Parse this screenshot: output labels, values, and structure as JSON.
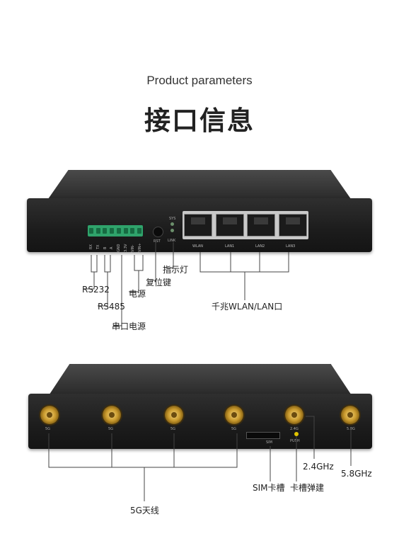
{
  "header": {
    "subtitle": "Product parameters",
    "title": "接口信息"
  },
  "front_panel": {
    "pin_labels": [
      "RX",
      "TX",
      "B",
      "A",
      "GND",
      "3.3V",
      "VIN-",
      "VIN+"
    ],
    "rst_label": "RST",
    "led_labels": [
      "SYS",
      "LINK"
    ],
    "port_labels": [
      "WLAN",
      "LAN1",
      "LAN2",
      "LAN3"
    ],
    "annotations": {
      "rs232": "RS232",
      "rs485": "RS485",
      "serial_power": "串口电源",
      "power": "电源",
      "reset_key": "复位键",
      "indicator": "指示灯",
      "gigabit_ports": "千兆WLAN/LAN口"
    }
  },
  "rear_panel": {
    "antenna_labels": [
      "5G",
      "5G",
      "5G",
      "5G",
      "2.4G",
      "5.8G"
    ],
    "sim_slot_label": "SIM",
    "push_label": "PUSH",
    "annotations": {
      "antenna_5g": "5G天线",
      "sim": "SIM卡槽",
      "eject": "卡槽弹建",
      "ghz_24": "2.4GHz",
      "ghz_58": "5.8GHz"
    }
  },
  "colors": {
    "device_body": "#1e1e1e",
    "terminal_green": "#2fa36b",
    "antenna_gold": "#c99a2e"
  }
}
